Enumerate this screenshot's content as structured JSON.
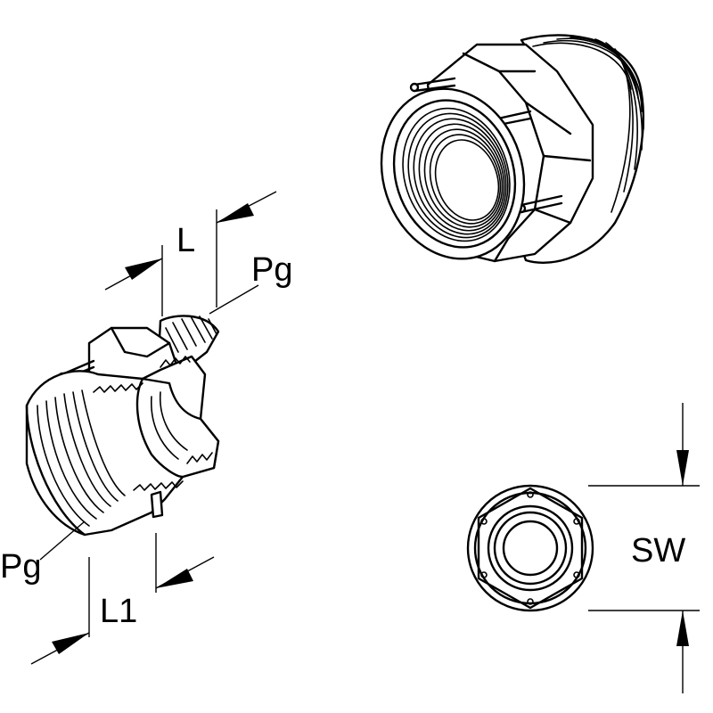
{
  "labels": {
    "length": "L",
    "thread_top": "Pg",
    "thread_bottom": "Pg",
    "length_1": "L1",
    "wrench_size": "SW"
  }
}
